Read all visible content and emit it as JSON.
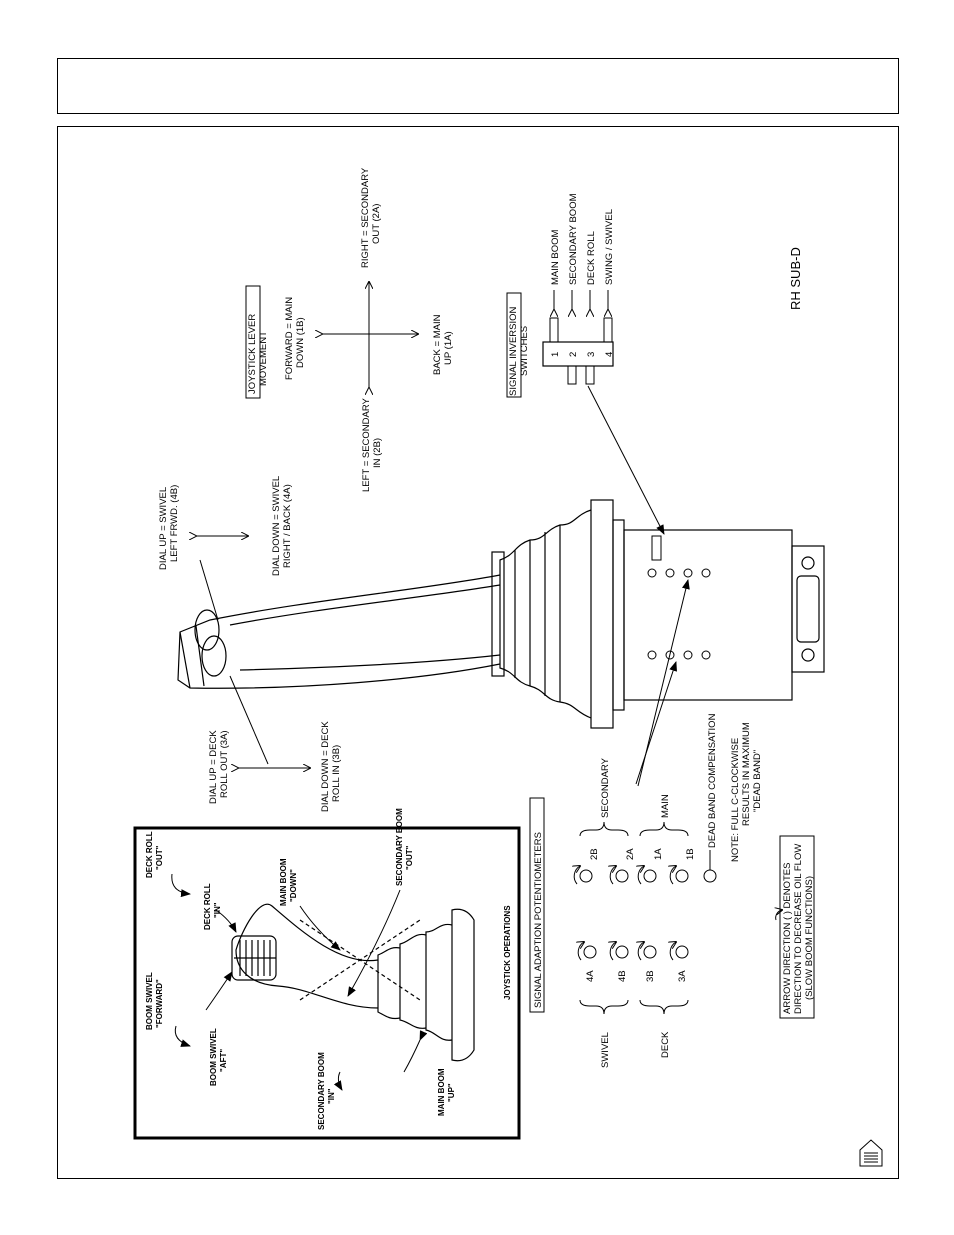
{
  "header": {
    "title": ""
  },
  "diagram": {
    "sub_d_label": "RH SUB-D",
    "joystick_lever": {
      "title_line1": "JOYSTICK LEVER",
      "title_line2": "MOVEMENT",
      "forward_line1": "FORWARD = MAIN",
      "forward_line2": "DOWN (1B)",
      "back_line1": "BACK = MAIN",
      "back_line2": "UP (1A)",
      "left_line1": "LEFT = SECONDARY",
      "left_line2": "IN (2B)",
      "right_line1": "RIGHT = SECONDARY",
      "right_line2": "OUT (2A)"
    },
    "signal_inversion": {
      "title_line1": "SIGNAL INVERSION",
      "title_line2": "SWITCHES",
      "switches": [
        {
          "num": "1",
          "label": "MAIN BOOM"
        },
        {
          "num": "2",
          "label": "SECONDARY BOOM"
        },
        {
          "num": "3",
          "label": "DECK ROLL"
        },
        {
          "num": "4",
          "label": "SWING / SWIVEL"
        }
      ]
    },
    "dials": {
      "swivel_up_line1": "DIAL UP = SWIVEL",
      "swivel_up_line2": "LEFT FRWD. (4B)",
      "swivel_down_line1": "DIAL DOWN = SWIVEL",
      "swivel_down_line2": "RIGHT / BACK (4A)",
      "deck_up_line1": "DIAL UP = DECK",
      "deck_up_line2": "ROLL OUT (3A)",
      "deck_down_line1": "DIAL DOWN = DECK",
      "deck_down_line2": "ROLL IN (3B)"
    },
    "potentiometers": {
      "title": "SIGNAL ADAPTION POTENTIOMETERS",
      "left_pots": [
        "4A",
        "4B",
        "3B",
        "3A"
      ],
      "right_pots": [
        "2B",
        "2A",
        "1A",
        "1B"
      ],
      "swivel_label": "SWIVEL",
      "deck_label": "DECK",
      "secondary_label": "SECONDARY",
      "main_label": "MAIN",
      "dead_band_label": "DEAD BAND COMPENSATION",
      "note_line1": "NOTE: FULL C-CLOCKWISE",
      "note_line2": "RESULTS IN MAXIMUM",
      "note_line3": "\"DEAD BAND\""
    },
    "arrow_note": {
      "line1": "ARROW DIRECTION (     ) DENOTES",
      "line2": "DIRECTION TO DECREASE OIL FLOW",
      "line3": "(SLOW BOOM FUNCTIONS)"
    },
    "inset": {
      "caption": "JOYSTICK OPERATIONS",
      "deck_roll_out_1": "DECK ROLL",
      "deck_roll_out_2": "\"OUT\"",
      "deck_roll_in_1": "DECK ROLL",
      "deck_roll_in_2": "\"IN\"",
      "main_boom_down_1": "MAIN BOOM",
      "main_boom_down_2": "\"DOWN\"",
      "secondary_out_1": "SECONDARY BOOM",
      "secondary_out_2": "\"OUT\"",
      "boom_swivel_fwd_1": "BOOM SWIVEL",
      "boom_swivel_fwd_2": "\"FORWARD\"",
      "boom_swivel_aft_1": "BOOM SWIVEL",
      "boom_swivel_aft_2": "\"AFT\"",
      "secondary_in_1": "SECONDARY BOOM",
      "secondary_in_2": "\"IN\"",
      "main_boom_up_1": "MAIN BOOM",
      "main_boom_up_2": "\"UP\""
    }
  }
}
